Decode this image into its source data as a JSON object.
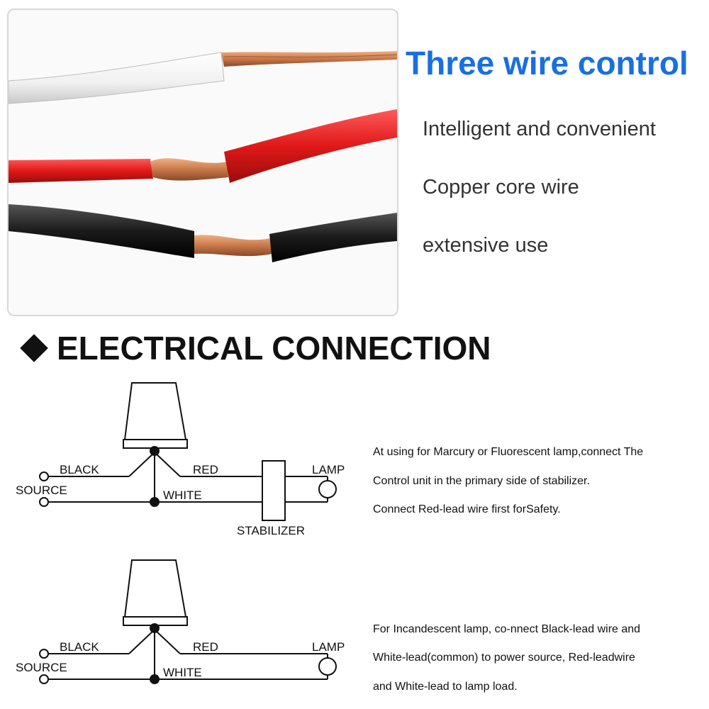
{
  "headline": "Three wire control",
  "features": [
    "Intelligent and convenient",
    "Copper core wire",
    "extensive use"
  ],
  "section_title": "ELECTRICAL CONNECTION",
  "section_icon": "diamond-icon",
  "accent_color": "#1a6fe0",
  "wire_colors": {
    "white": "#f2f2f2",
    "red": "#e02020",
    "black": "#1a1a1a",
    "copper": "#c8784a"
  },
  "diagram1": {
    "labels": {
      "black": "BLACK",
      "source": "SOURCE",
      "red": "RED",
      "white": "WHITE",
      "lamp": "LAMP",
      "stabilizer": "STABILIZER"
    },
    "notes": [
      "At using for Marcury or Fluorescent lamp,connect The",
      "Control unit in the primary side of stabilizer.",
      "Connect Red-lead wire first forSafety."
    ]
  },
  "diagram2": {
    "labels": {
      "black": "BLACK",
      "source": "SOURCE",
      "red": "RED",
      "white": "WHITE",
      "lamp": "LAMP"
    },
    "notes": [
      "For Incandescent lamp, co-nnect Black-lead wire and",
      "White-lead(common) to power source, Red-leadwire",
      "and White-lead to lamp load."
    ]
  }
}
